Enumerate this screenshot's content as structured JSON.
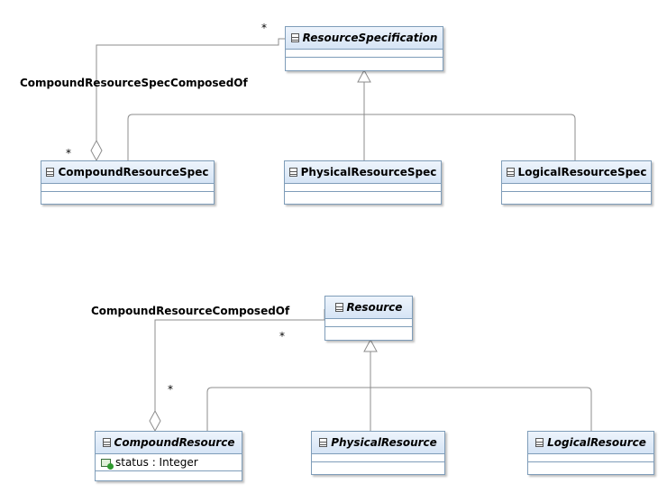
{
  "classes": {
    "resource_specification": {
      "name": "ResourceSpecification",
      "abstract": true
    },
    "compound_resource_spec": {
      "name": "CompoundResourceSpec",
      "abstract": false
    },
    "physical_resource_spec": {
      "name": "PhysicalResourceSpec",
      "abstract": false
    },
    "logical_resource_spec": {
      "name": "LogicalResourceSpec",
      "abstract": false
    },
    "resource": {
      "name": "Resource",
      "abstract": true
    },
    "compound_resource": {
      "name": "CompoundResource",
      "abstract": true,
      "attributes": [
        "status : Integer"
      ]
    },
    "physical_resource": {
      "name": "PhysicalResource",
      "abstract": true
    },
    "logical_resource": {
      "name": "LogicalResource",
      "abstract": true
    }
  },
  "associations": {
    "spec_composed_of": {
      "name": "CompoundResourceSpecComposedOf",
      "mult_top": "*",
      "mult_bottom": "*"
    },
    "resource_composed_of": {
      "name": "CompoundResourceComposedOf",
      "mult_top": "*",
      "mult_bottom": "*"
    }
  },
  "colors": {
    "class_border": "#7f9db9",
    "line": "#8c8c8c",
    "header_top": "#eef4fc",
    "header_bottom": "#d6e4f5"
  }
}
